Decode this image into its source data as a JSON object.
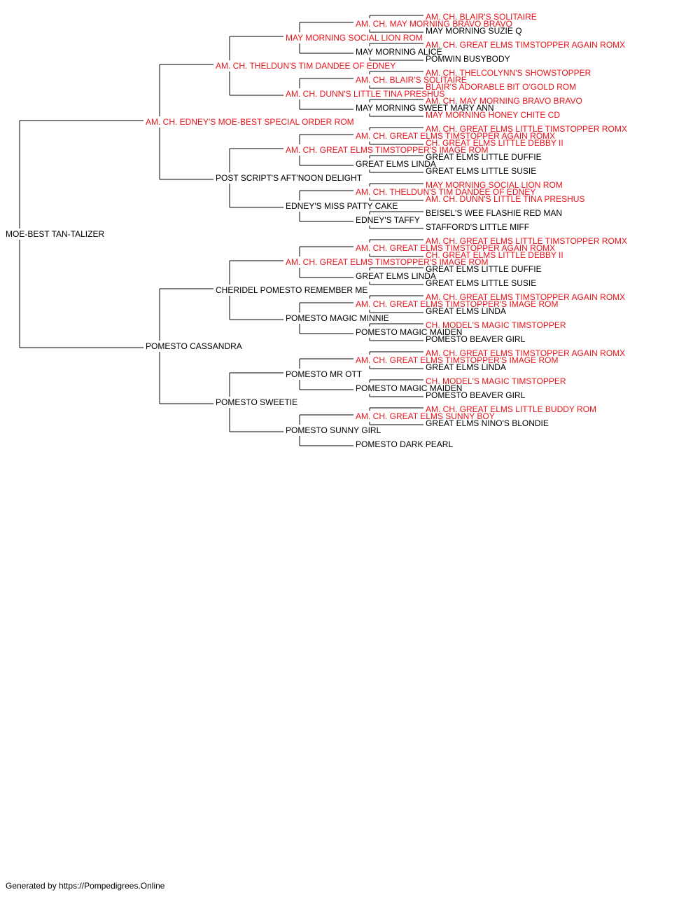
{
  "colors": {
    "titled": "#e8141a",
    "plain": "#000000",
    "line": "#000000"
  },
  "footer": "Generated by https://Pompedigrees.Online",
  "pedigree": {
    "name": "MOE-BEST TAN-TALIZER",
    "titled": false,
    "sire": {
      "name": "AM. CH. EDNEY'S MOE-BEST SPECIAL ORDER ROM",
      "titled": true,
      "sire": {
        "name": "AM. CH. THELDUN'S TIM DANDEE OF EDNEY",
        "titled": true,
        "sire": {
          "name": "MAY MORNING SOCIAL LION ROM",
          "titled": true,
          "sire": {
            "name": "AM. CH. MAY MORNING BRAVO BRAVO",
            "titled": true,
            "sire": {
              "name": "AM. CH. BLAIR'S SOLITAIRE",
              "titled": true
            },
            "dam": {
              "name": "MAY MORNING SUZIE Q",
              "titled": false
            }
          },
          "dam": {
            "name": "MAY MORNING ALICE",
            "titled": false,
            "sire": {
              "name": "AM. CH. GREAT ELMS TIMSTOPPER AGAIN ROMX",
              "titled": true
            },
            "dam": {
              "name": "POMWIN BUSYBODY",
              "titled": false
            }
          }
        },
        "dam": {
          "name": "AM. CH. DUNN'S LITTLE TINA PRESHUS",
          "titled": true,
          "sire": {
            "name": "AM. CH. BLAIR'S SOLITAIRE",
            "titled": true,
            "sire": {
              "name": "AM. CH. THELCOLYNN'S SHOWSTOPPER",
              "titled": true
            },
            "dam": {
              "name": "BLAIR'S ADORABLE BIT O'GOLD ROM",
              "titled": true
            }
          },
          "dam": {
            "name": "MAY MORNING SWEET MARY ANN",
            "titled": false,
            "sire": {
              "name": "AM. CH. MAY MORNING BRAVO BRAVO",
              "titled": true
            },
            "dam": {
              "name": "MAY MORNING HONEY CHITE CD",
              "titled": true
            }
          }
        }
      },
      "dam": {
        "name": "POST SCRIPT'S AFT'NOON DELIGHT",
        "titled": false,
        "sire": {
          "name": "AM. CH. GREAT ELMS TIMSTOPPER'S IMAGE ROM",
          "titled": true,
          "sire": {
            "name": "AM. CH. GREAT ELMS TIMSTOPPER AGAIN ROMX",
            "titled": true,
            "sire": {
              "name": "AM. CH. GREAT ELMS LITTLE TIMSTOPPER ROMX",
              "titled": true
            },
            "dam": {
              "name": "CH. GREAT ELMS LITTLE DEBBY II",
              "titled": true
            }
          },
          "dam": {
            "name": "GREAT ELMS LINDA",
            "titled": false,
            "sire": {
              "name": "GREAT ELMS LITTLE DUFFIE",
              "titled": false
            },
            "dam": {
              "name": "GREAT ELMS LITTLE SUSIE",
              "titled": false
            }
          }
        },
        "dam": {
          "name": "EDNEY'S MISS PATTY CAKE",
          "titled": false,
          "sire": {
            "name": "AM. CH. THELDUN'S TIM DANDEE OF EDNEY",
            "titled": true,
            "sire": {
              "name": "MAY MORNING SOCIAL LION ROM",
              "titled": true
            },
            "dam": {
              "name": "AM. CH. DUNN'S LITTLE TINA PRESHUS",
              "titled": true
            }
          },
          "dam": {
            "name": "EDNEY'S TAFFY",
            "titled": false,
            "sire": {
              "name": "BEISEL'S WEE FLASHIE RED MAN",
              "titled": false
            },
            "dam": {
              "name": "STAFFORD'S LITTLE MIFF",
              "titled": false
            }
          }
        }
      }
    },
    "dam": {
      "name": "POMESTO CASSANDRA",
      "titled": false,
      "sire": {
        "name": "CHERIDEL POMESTO REMEMBER ME",
        "titled": false,
        "sire": {
          "name": "AM. CH. GREAT ELMS TIMSTOPPER'S IMAGE ROM",
          "titled": true,
          "sire": {
            "name": "AM. CH. GREAT ELMS TIMSTOPPER AGAIN ROMX",
            "titled": true,
            "sire": {
              "name": "AM. CH. GREAT ELMS LITTLE TIMSTOPPER ROMX",
              "titled": true
            },
            "dam": {
              "name": "CH. GREAT ELMS LITTLE DEBBY II",
              "titled": true
            }
          },
          "dam": {
            "name": "GREAT ELMS LINDA",
            "titled": false,
            "sire": {
              "name": "GREAT ELMS LITTLE DUFFIE",
              "titled": false
            },
            "dam": {
              "name": "GREAT ELMS LITTLE SUSIE",
              "titled": false
            }
          }
        },
        "dam": {
          "name": "POMESTO MAGIC MINNIE",
          "titled": false,
          "sire": {
            "name": "AM. CH. GREAT ELMS TIMSTOPPER'S IMAGE ROM",
            "titled": true,
            "sire": {
              "name": "AM. CH. GREAT ELMS TIMSTOPPER AGAIN ROMX",
              "titled": true
            },
            "dam": {
              "name": "GREAT ELMS LINDA",
              "titled": false
            }
          },
          "dam": {
            "name": "POMESTO MAGIC MAIDEN",
            "titled": false,
            "sire": {
              "name": "CH. MODEL'S MAGIC TIMSTOPPER",
              "titled": true
            },
            "dam": {
              "name": "POMESTO BEAVER GIRL",
              "titled": false
            }
          }
        }
      },
      "dam": {
        "name": "POMESTO SWEETIE",
        "titled": false,
        "sire": {
          "name": "POMESTO MR OTT",
          "titled": false,
          "sire": {
            "name": "AM. CH. GREAT ELMS TIMSTOPPER'S IMAGE ROM",
            "titled": true,
            "sire": {
              "name": "AM. CH. GREAT ELMS TIMSTOPPER AGAIN ROMX",
              "titled": true
            },
            "dam": {
              "name": "GREAT ELMS LINDA",
              "titled": false
            }
          },
          "dam": {
            "name": "POMESTO MAGIC MAIDEN",
            "titled": false,
            "sire": {
              "name": "CH. MODEL'S MAGIC TIMSTOPPER",
              "titled": true
            },
            "dam": {
              "name": "POMESTO BEAVER GIRL",
              "titled": false
            }
          }
        },
        "dam": {
          "name": "POMESTO SUNNY GIRL",
          "titled": false,
          "sire": {
            "name": "AM. CH. GREAT ELMS SUNNY BOY",
            "titled": true,
            "sire": {
              "name": "AM. CH. GREAT ELMS LITTLE BUDDY ROM",
              "titled": true
            },
            "dam": {
              "name": "GREAT ELMS NINO'S BLONDIE",
              "titled": false
            }
          },
          "dam": {
            "name": "POMESTO DARK PEARL",
            "titled": false
          }
        }
      }
    }
  }
}
